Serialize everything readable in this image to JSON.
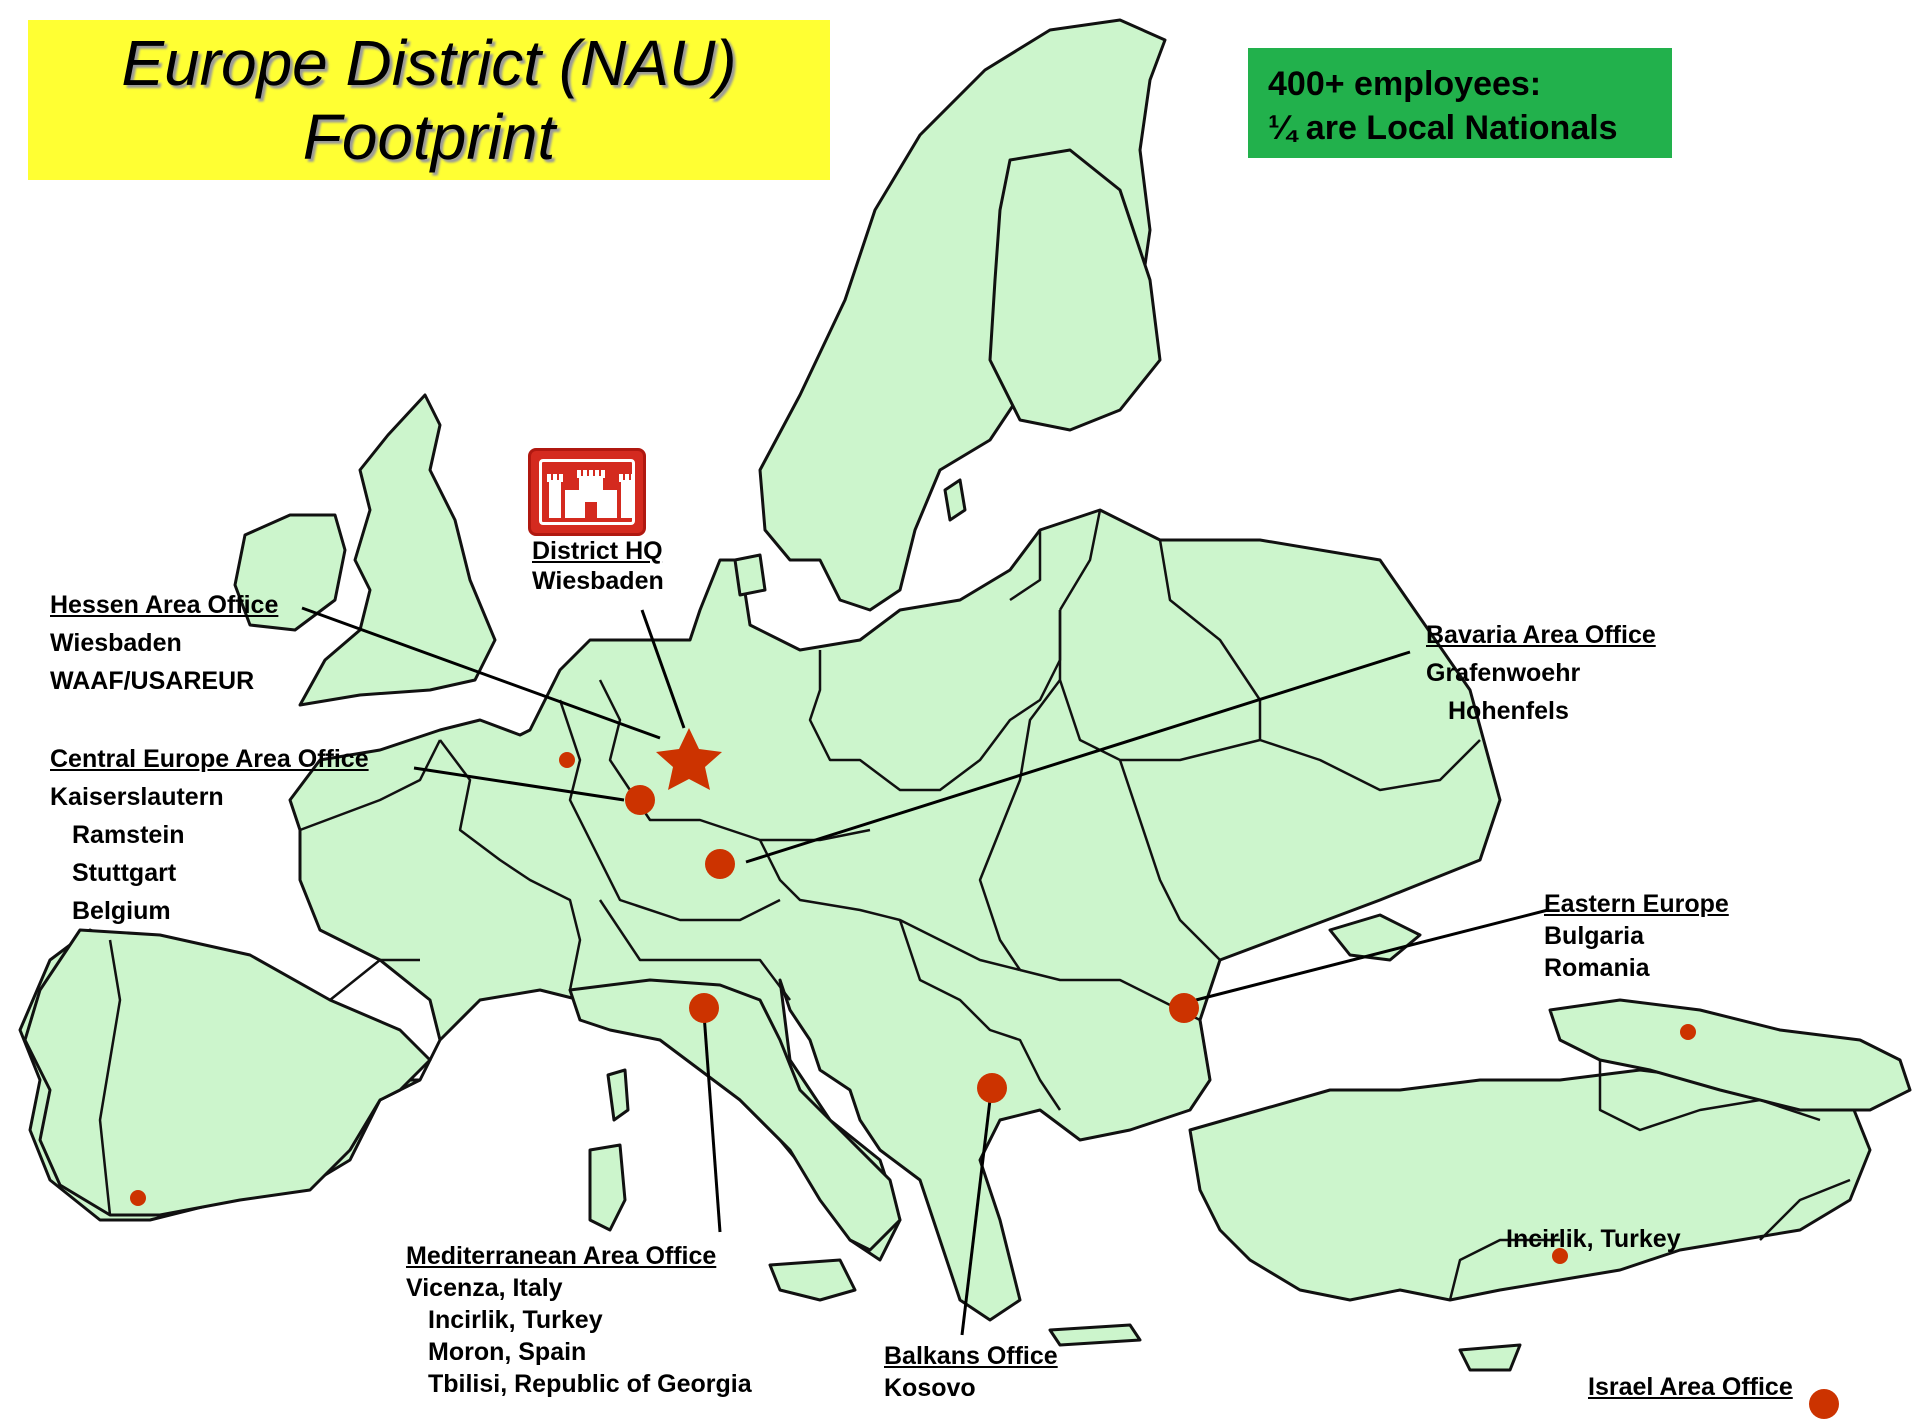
{
  "title": {
    "line1": "Europe District (NAU)",
    "line2": "Footprint"
  },
  "employees": {
    "line1": "400+ employees:",
    "line2": "¼ are Local Nationals"
  },
  "colors": {
    "land": "#ccf5cc",
    "marker": "#cc3300",
    "title_bg": "#ffff33",
    "employees_bg": "#22b14c"
  },
  "icons": {
    "logo": "corps-of-engineers-castle-icon",
    "hq_marker": "star-marker",
    "office_marker": "circle-marker"
  },
  "offices": {
    "district_hq": {
      "heading": "District HQ",
      "lines": [
        "Wiesbaden"
      ]
    },
    "hessen": {
      "heading": "Hessen Area Office",
      "lines": [
        "Wiesbaden",
        "WAAF/USAREUR"
      ]
    },
    "central": {
      "heading": "Central Europe Area Office",
      "lines": [
        "Kaiserslautern",
        "Ramstein",
        "Stuttgart",
        "Belgium"
      ]
    },
    "bavaria": {
      "heading": "Bavaria Area Office",
      "lines": [
        "Grafenwoehr",
        "Hohenfels"
      ]
    },
    "eastern": {
      "heading": "Eastern Europe",
      "lines": [
        "Bulgaria",
        "Romania"
      ]
    },
    "mediterranean": {
      "heading": "Mediterranean Area Office",
      "lines": [
        "Vicenza, Italy",
        "Incirlik, Turkey",
        "Moron, Spain",
        "Tbilisi, Republic of Georgia"
      ]
    },
    "balkans": {
      "heading": "Balkans Office",
      "lines": [
        "Kosovo"
      ]
    },
    "incirlik": {
      "label": "Incirlik, Turkey"
    },
    "israel": {
      "heading": "Israel Area Office"
    }
  }
}
